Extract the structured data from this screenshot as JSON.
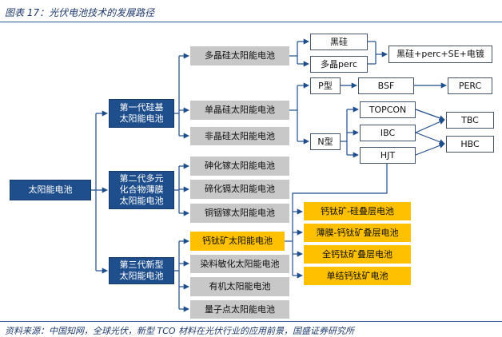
{
  "caption": "图表 17：光伏电池技术的发展路径",
  "source": "资料来源：中国知网，全球光伏，新型 TCO 材料在光伏行业的应用前景，国盛证券研究所",
  "colors": {
    "navy": "#1f4e8c",
    "gray": "#c8c8c8",
    "orange": "#ffc000",
    "connector": "#1f4e8c"
  },
  "nodes": {
    "root": "太阳能电池",
    "gen1": "第一代硅基\n太阳能电池",
    "gen2": "第二代多元\n化合物薄膜\n太阳能电池",
    "gen3": "第三代新型\n太阳能电池",
    "poly_si": "多晶硅太阳能电池",
    "mono_si": "单晶硅太阳能电池",
    "amorphous_si": "非晶硅太阳能电池",
    "gaas": "砷化镓太阳能电池",
    "cdte": "碲化镉太阳能电池",
    "cigs": "铜铟镓太阳能电池",
    "perovskite": "钙钛矿太阳能电池",
    "dye": "染料敏化太阳能电池",
    "organic": "有机太阳能电池",
    "quantum_dot": "量子点太阳能电池",
    "black_si": "黑硅",
    "poly_perc": "多晶perc",
    "black_si_combo": "黑硅+perc+SE+电镀",
    "p_type": "P型",
    "n_type": "N型",
    "bsf": "BSF",
    "perc": "PERC",
    "topcon": "TOPCON",
    "ibc": "IBC",
    "hjt": "HJT",
    "tbc": "TBC",
    "hbc": "HBC",
    "perov_si_tandem": "钙钛矿-硅叠层电池",
    "thinfilm_perov_tandem": "薄膜-钙钛矿叠层电池",
    "all_perov_tandem": "全钙钛矿叠层电池",
    "single_perov": "单结钙钛矿电池"
  }
}
